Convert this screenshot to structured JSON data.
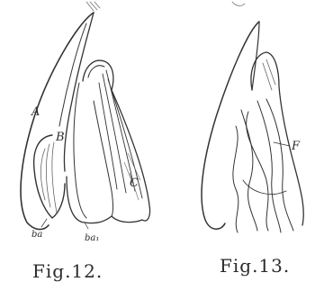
{
  "figures": [
    {
      "caption": "Fig.12.",
      "labels": {
        "a": "A",
        "b": "B",
        "c": "C",
        "ba": "ba",
        "ba1": "ba₁"
      }
    },
    {
      "caption": "Fig.13.",
      "labels": {
        "f": "F"
      }
    }
  ]
}
